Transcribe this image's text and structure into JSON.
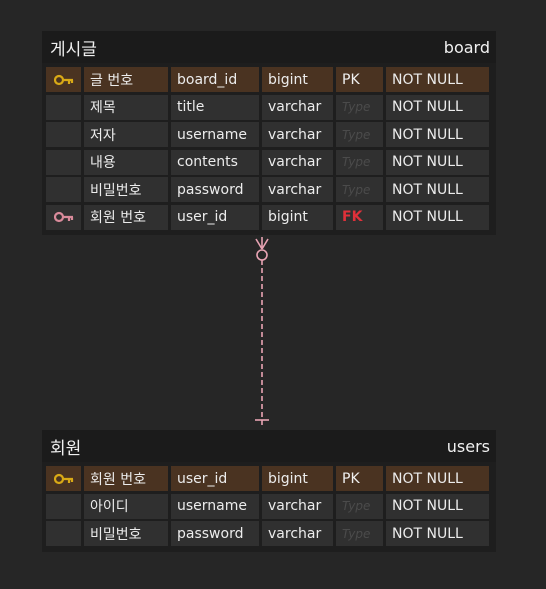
{
  "tables": [
    {
      "title": "게시글",
      "name": "board",
      "rows": [
        {
          "label": "글 번호",
          "column": "board_id",
          "type": "bigint",
          "key": "PK",
          "nullability": "NOT NULL",
          "key_icon": "pk-key-icon"
        },
        {
          "label": "제목",
          "column": "title",
          "type": "varchar",
          "key": "Type",
          "nullability": "NOT NULL",
          "key_icon": ""
        },
        {
          "label": "저자",
          "column": "username",
          "type": "varchar",
          "key": "Type",
          "nullability": "NOT NULL",
          "key_icon": ""
        },
        {
          "label": "내용",
          "column": "contents",
          "type": "varchar",
          "key": "Type",
          "nullability": "NOT NULL",
          "key_icon": ""
        },
        {
          "label": "비밀번호",
          "column": "password",
          "type": "varchar",
          "key": "Type",
          "nullability": "NOT NULL",
          "key_icon": ""
        },
        {
          "label": "회원 번호",
          "column": "user_id",
          "type": "bigint",
          "key": "FK",
          "nullability": "NOT NULL",
          "key_icon": "fk-key-icon"
        }
      ]
    },
    {
      "title": "회원",
      "name": "users",
      "rows": [
        {
          "label": "회원 번호",
          "column": "user_id",
          "type": "bigint",
          "key": "PK",
          "nullability": "NOT NULL",
          "key_icon": "pk-key-icon"
        },
        {
          "label": "아이디",
          "column": "username",
          "type": "varchar",
          "key": "Type",
          "nullability": "NOT NULL",
          "key_icon": ""
        },
        {
          "label": "비밀번호",
          "column": "password",
          "type": "varchar",
          "key": "Type",
          "nullability": "NOT NULL",
          "key_icon": ""
        }
      ]
    }
  ],
  "relationship": {
    "from": "board.user_id",
    "to": "users.user_id",
    "cardinality": "many-to-one",
    "line_color": "#e8a3b3"
  },
  "colors": {
    "background": "#262626",
    "pk_row": "#4a3321",
    "cell": "#303030",
    "pk_icon": "#d9a916",
    "fk_icon": "#d98b9b",
    "fk_text": "#e0303a"
  }
}
